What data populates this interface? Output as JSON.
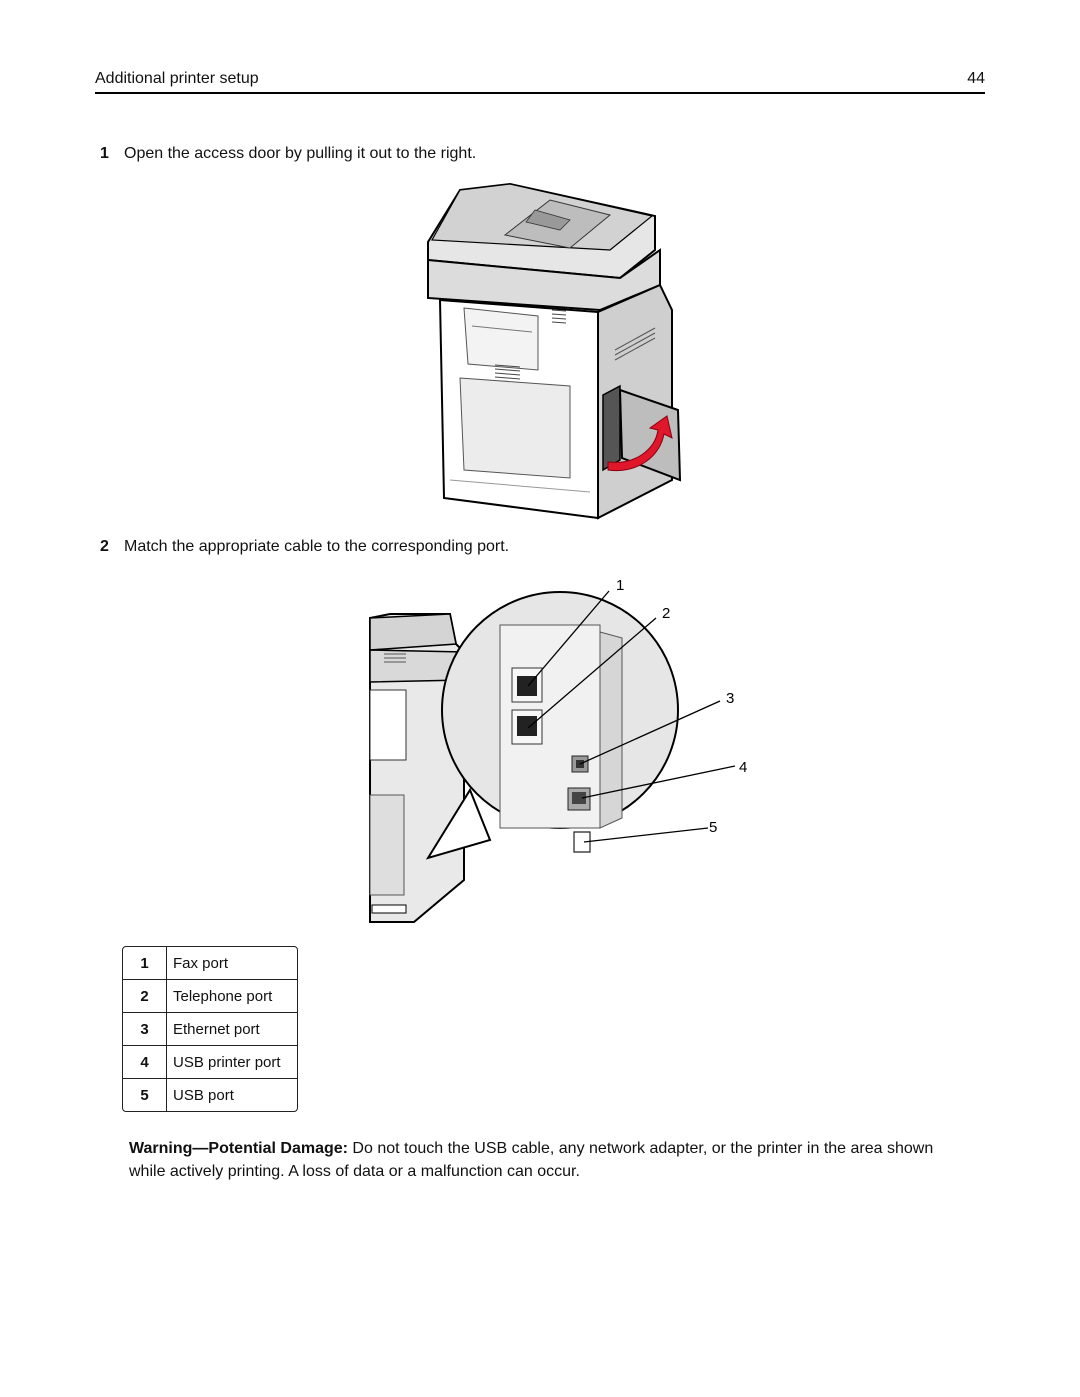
{
  "header": {
    "title": "Additional printer setup",
    "page_number": "44"
  },
  "steps": [
    {
      "number": "1",
      "text": "Open the access door by pulling it out to the right."
    },
    {
      "number": "2",
      "text": "Match the appropriate cable to the corresponding port."
    }
  ],
  "callouts": [
    "1",
    "2",
    "3",
    "4",
    "5"
  ],
  "legend": [
    {
      "number": "1",
      "label": "Fax port"
    },
    {
      "number": "2",
      "label": "Telephone port"
    },
    {
      "number": "3",
      "label": "Ethernet port"
    },
    {
      "number": "4",
      "label": "USB printer port"
    },
    {
      "number": "5",
      "label": "USB port"
    }
  ],
  "warning": {
    "label": "Warning—Potential Damage:",
    "text": " Do not touch the USB cable, any network adapter, or the printer in the area shown while actively printing. A loss of data or a malfunction can occur."
  },
  "colors": {
    "arrow": "#e0162b"
  }
}
